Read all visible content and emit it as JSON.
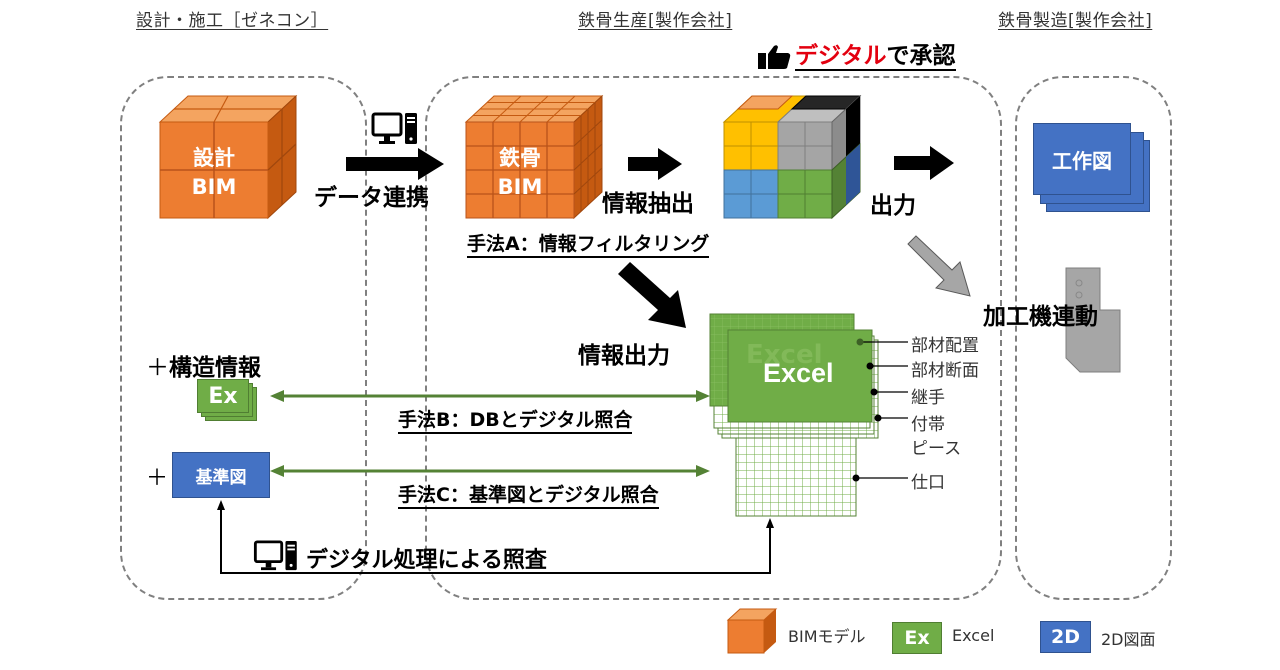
{
  "headers": {
    "gc": "設計・施工［ゼネコン］",
    "steel_production": "鉄骨生産[製作会社]",
    "steel_fabrication": "鉄骨製造[製作会社]"
  },
  "approval": {
    "icon": "thumbs-up-icon",
    "highlight": "デジタル",
    "rest": "で承認",
    "highlight_color": "#e3000f"
  },
  "design_bim": {
    "line1": "設計",
    "line2": "BIM"
  },
  "data_link": {
    "icon": "computer-icon",
    "label": "データ連携"
  },
  "steel_bim": {
    "line1": "鉄骨",
    "line2": "BIM"
  },
  "extract_label": "情報抽出",
  "output_label": "出力",
  "method_a": "手法A：情報フィルタリング",
  "info_output": "情報出力",
  "excel_main": "Excel",
  "excel_ghost": "Excel",
  "callouts": [
    "部材配置",
    "部材断面",
    "継手",
    "付帯",
    "ピース",
    "仕口"
  ],
  "structure_info": {
    "plus": "＋",
    "label": "構造情報",
    "badge": "Ex"
  },
  "reference_drawing": {
    "plus": "＋",
    "label": "基準図"
  },
  "method_b": "手法B：DBとデジタル照合",
  "method_c": "手法C：基準図とデジタル照合",
  "digital_check": {
    "icon": "computer-icon",
    "label": "デジタル処理による照査"
  },
  "shop_drawing": "工作図",
  "machine_link": "加工機連動",
  "legend": [
    {
      "icon": "bim-cube-icon",
      "label": "BIMモデル"
    },
    {
      "badge": "Ex",
      "label": "Excel"
    },
    {
      "badge": "2D",
      "label": "2D図面"
    }
  ],
  "colors": {
    "bim_orange": "#ed7d31",
    "excel_green": "#70ad47",
    "drawing_blue": "#4472c4",
    "zone_gray": "#808080",
    "arrow_green": "#548235"
  }
}
